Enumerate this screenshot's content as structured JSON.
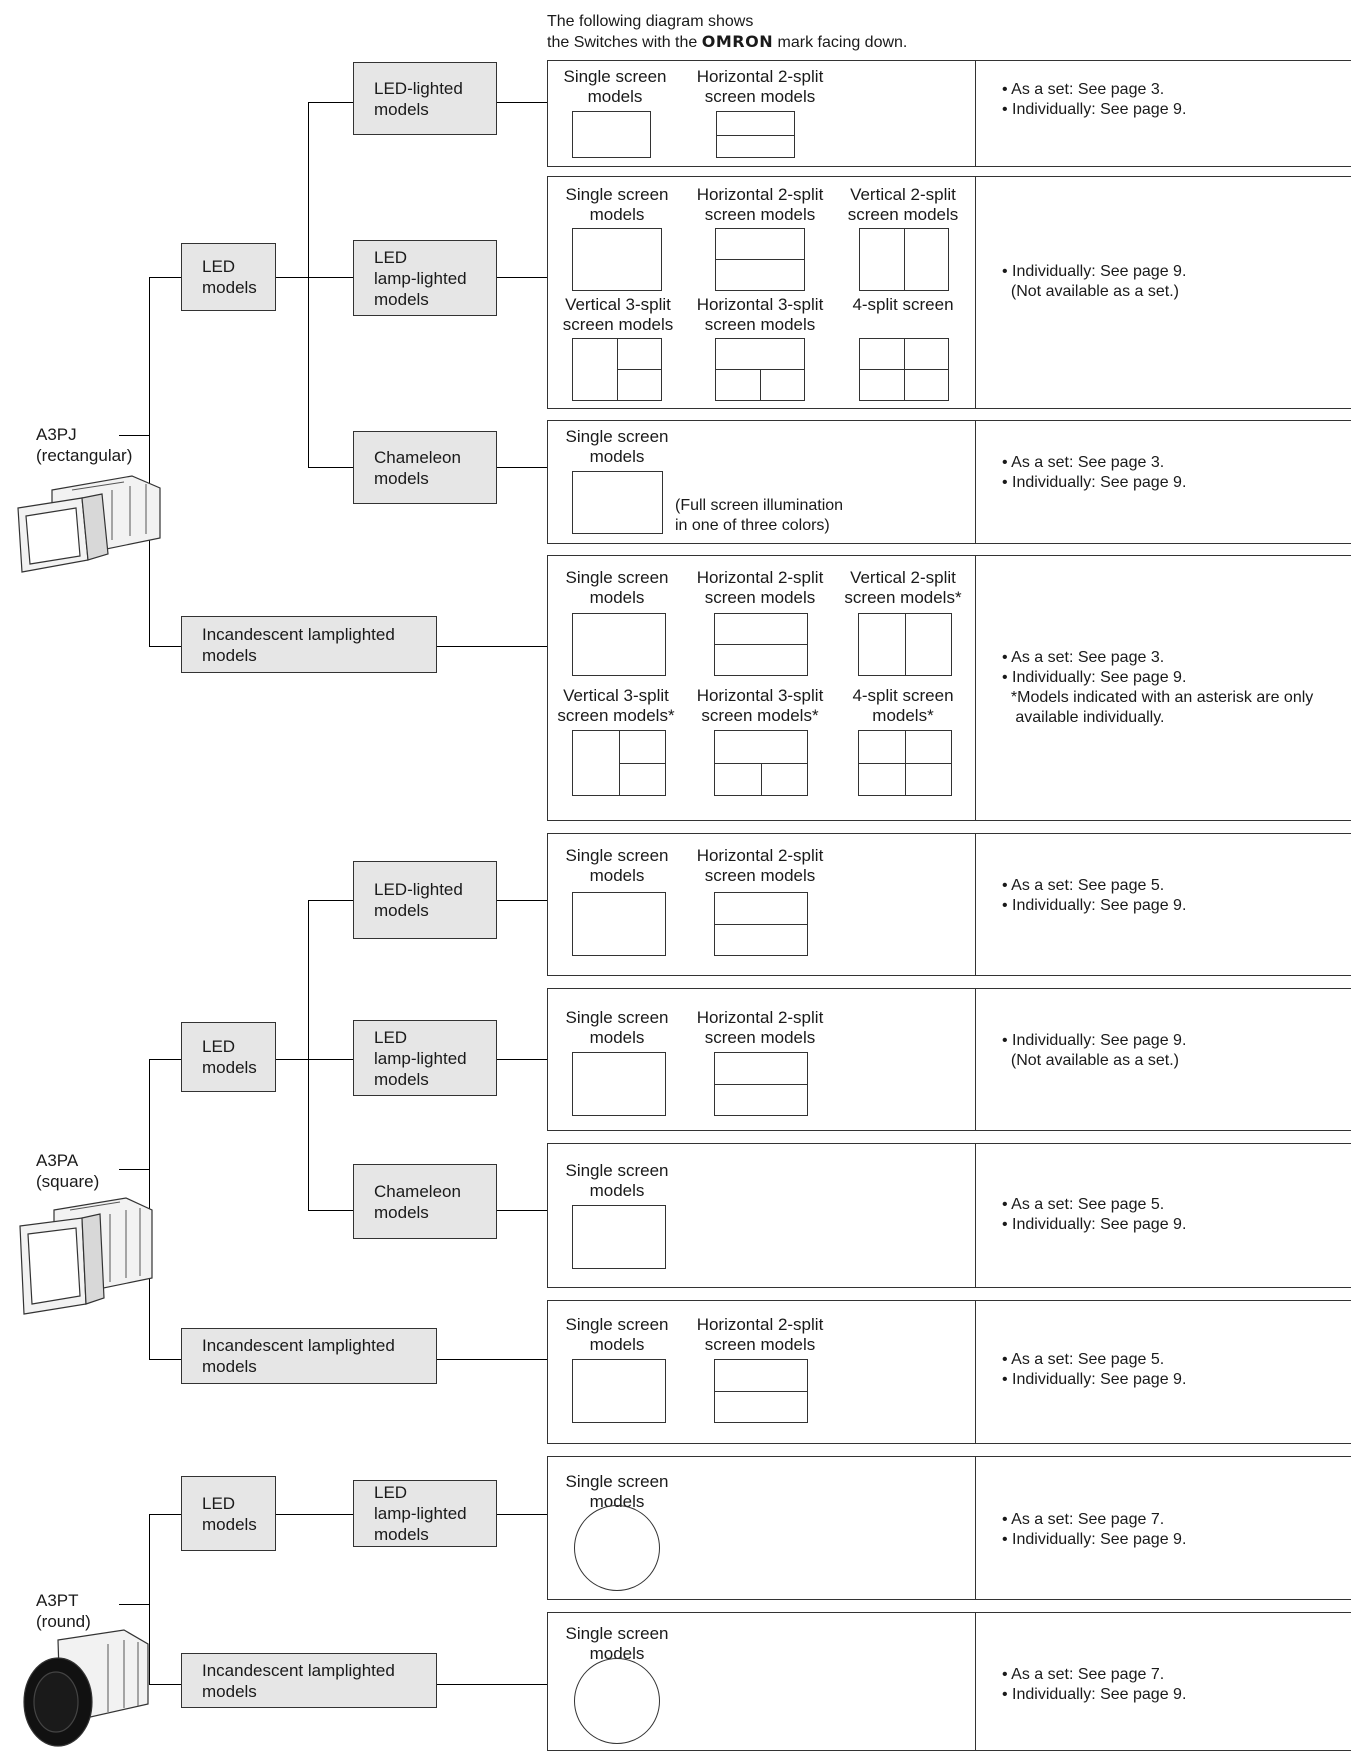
{
  "header": {
    "line1": "The following diagram shows",
    "line2_prefix": "the Switches with the ",
    "logo": "OMRON",
    "line2_suffix": " mark facing down."
  },
  "labels": {
    "single": [
      "Single screen",
      "models"
    ],
    "h2": [
      "Horizontal 2-split",
      "screen models"
    ],
    "v2": [
      "Vertical 2-split",
      "screen models"
    ],
    "v2_star": [
      "Vertical 2-split",
      "screen models*"
    ],
    "v3": [
      "Vertical 3-split",
      "screen models"
    ],
    "v3_star": [
      "Vertical 3-split",
      "screen models*"
    ],
    "h3": [
      "Horizontal 3-split",
      "screen models"
    ],
    "h3_star": [
      "Horizontal 3-split",
      "screen models*"
    ],
    "s4": "4-split screen",
    "s4_star": [
      "4-split screen",
      "models*"
    ],
    "chameleon_note": [
      "(Full screen illumination",
      "in one of three colors)"
    ]
  },
  "categories": {
    "led_lighted": [
      "LED-lighted",
      "models"
    ],
    "led_lamp": [
      "LED",
      "lamp-lighted",
      "models"
    ],
    "chameleon": [
      "Chameleon",
      "models"
    ],
    "led": [
      "LED",
      "models"
    ],
    "incandescent": [
      "Incandescent lamplighted",
      "models"
    ]
  },
  "products": {
    "a3pj": [
      "A3PJ",
      "(rectangular)"
    ],
    "a3pa": [
      "A3PA",
      "(square)"
    ],
    "a3pt": [
      "A3PT",
      "(round)"
    ]
  },
  "info": {
    "row1": [
      "• As a set: See page 3.",
      "• Individually: See page 9."
    ],
    "row2": [
      "• Individually: See page 9.",
      "  (Not available as a set.)"
    ],
    "row3": [
      "• As a set: See page 3.",
      "• Individually: See page 9."
    ],
    "row4": [
      "• As a set: See page 3.",
      "• Individually: See page 9.",
      "  *Models indicated with an asterisk are only",
      "   available individually."
    ],
    "row5": [
      "• As a set: See page 5.",
      "• Individually: See page 9."
    ],
    "row6": [
      "• Individually: See page 9.",
      "  (Not available as a set.)"
    ],
    "row7": [
      "• As a set: See page 5.",
      "• Individually: See page 9."
    ],
    "row8": [
      "• As a set: See page 5.",
      "• Individually: See page 9."
    ],
    "row9": [
      "• As a set: See page 7.",
      "• Individually: See page 9."
    ],
    "row10": [
      "• As a set: See page 7.",
      "• Individually: See page 9."
    ]
  },
  "colors": {
    "category_fill": "#e6e6e6",
    "line": "#000000"
  }
}
